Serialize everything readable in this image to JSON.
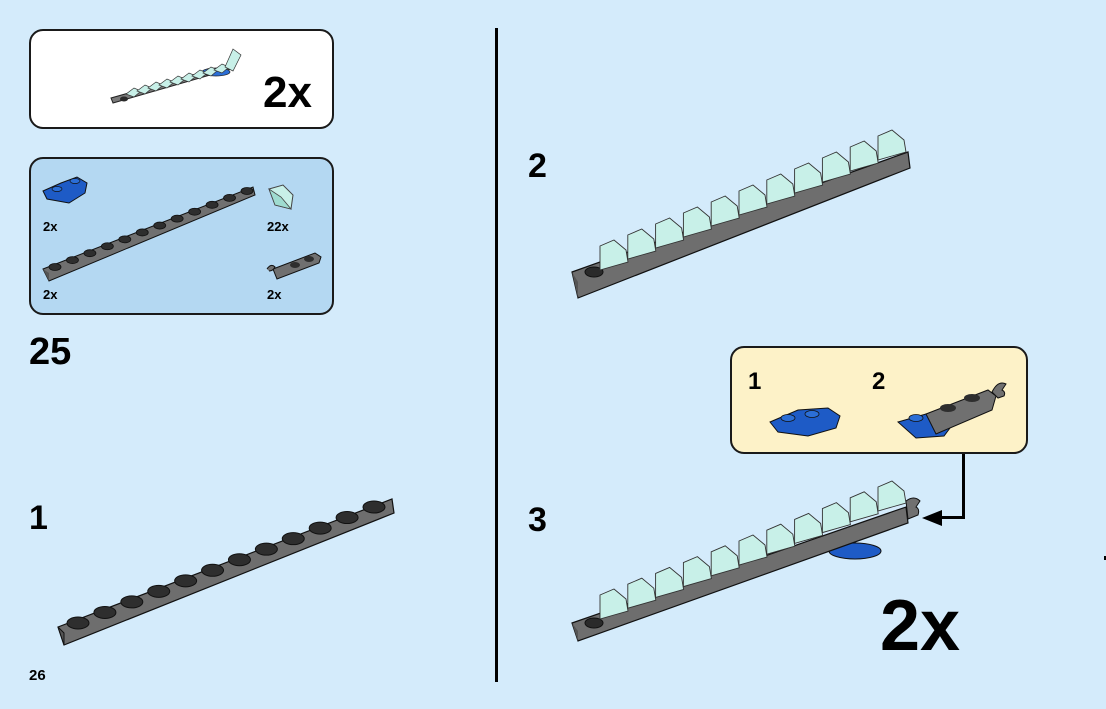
{
  "page": {
    "page_number": "26",
    "background_color": "#d4ebfb",
    "accent_colors": {
      "dark_bluish_gray": "#6b6b6b",
      "stud_black": "#2a2a2a",
      "blue": "#1e5bc6",
      "trans_light_aqua": "#bdeee6",
      "callout_bg": "#fdf2c8",
      "parts_bg": "#b4d8f2"
    }
  },
  "left": {
    "submodel_box": {
      "multiplier": "2x",
      "icon": "finished-wing-assembly-icon"
    },
    "parts_list": {
      "items": [
        {
          "qty": "2x",
          "icon": "blue-inverted-slope-plate-icon"
        },
        {
          "qty": "22x",
          "icon": "trans-aqua-slope-icon"
        },
        {
          "qty": "2x",
          "icon": "gray-1x12-plate-icon"
        },
        {
          "qty": "2x",
          "icon": "gray-plate-with-clip-icon"
        }
      ]
    },
    "step_number": "25",
    "substep_1": {
      "label": "1"
    }
  },
  "right": {
    "substep_2": {
      "label": "2"
    },
    "callout": {
      "steps": [
        {
          "label": "1"
        },
        {
          "label": "2"
        }
      ]
    },
    "substep_3": {
      "label": "3",
      "multiplier": "2x"
    }
  }
}
